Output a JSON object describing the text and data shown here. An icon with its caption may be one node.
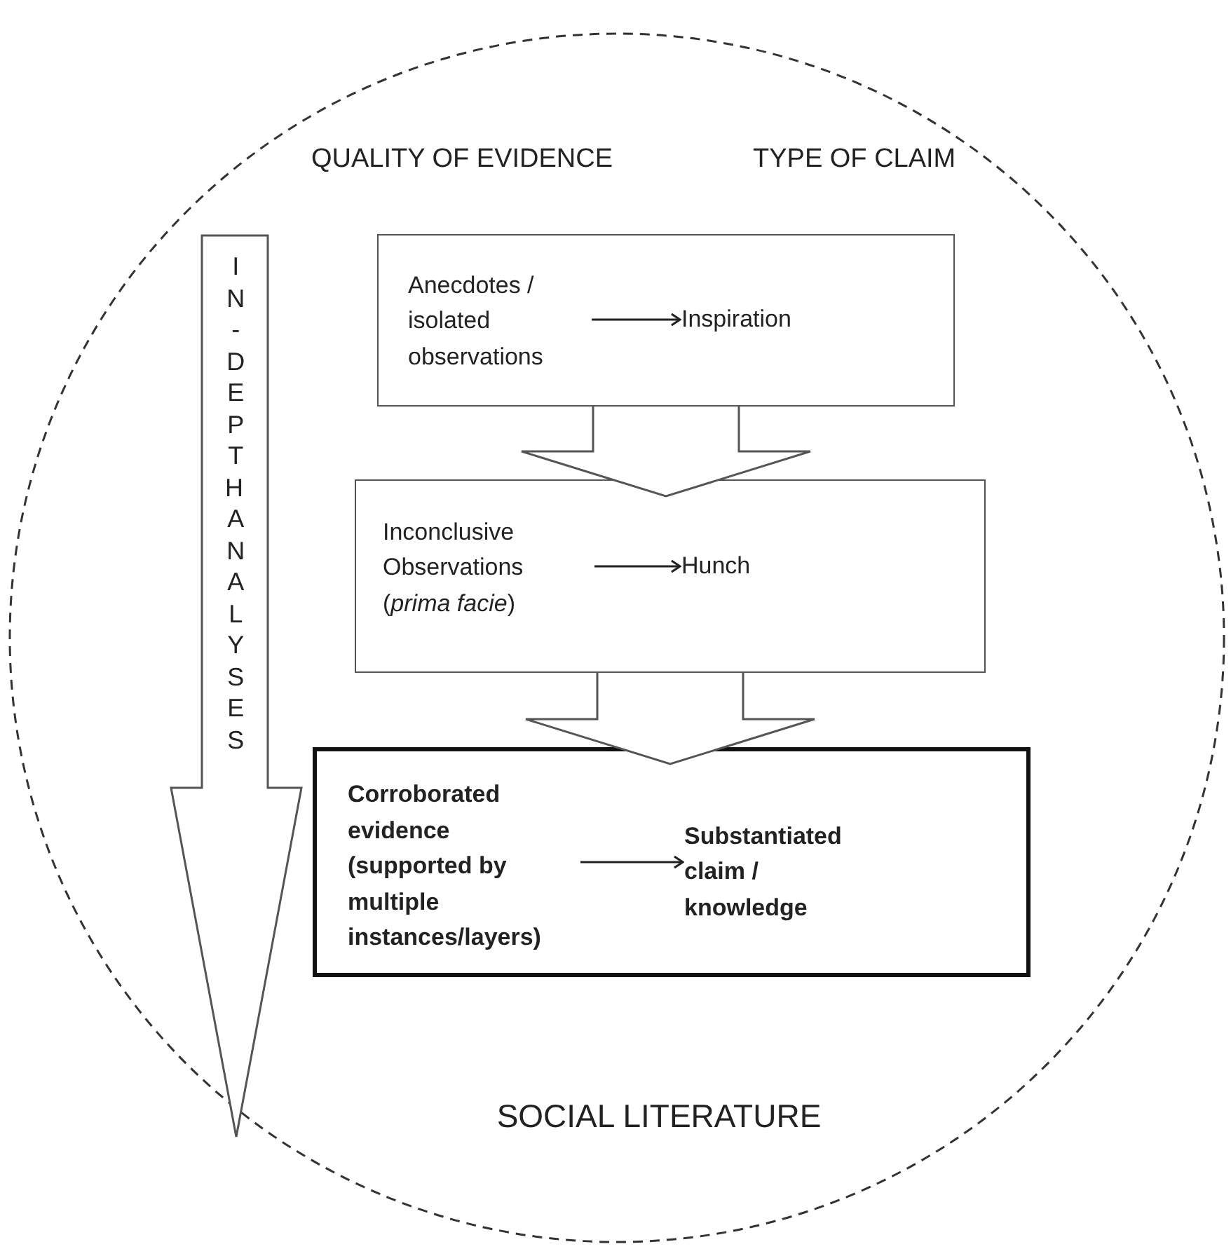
{
  "diagram": {
    "nodes": [
      {
        "text": [
          "SOCIAL LITERATURE"
        ]
      },
      {
        "text": [
          "IN-DEPTH ANALYSES"
        ],
        "in": 0
      },
      {
        "text": [],
        "shape": "box",
        "in": 0
      },
      {
        "text": [
          "Anecdotes / isolated observations"
        ],
        "in": 2
      },
      {
        "text": [
          "Inspiration"
        ],
        "in": 2
      },
      {
        "text": [],
        "shape": "box",
        "in": 0
      },
      {
        "text": [
          "Inconclusive Observations (*prima facie*)"
        ],
        "in": 5
      },
      {
        "text": [
          "Hunch"
        ],
        "in": 5
      },
      {
        "text": [],
        "shape": "box",
        "in": 0
      },
      {
        "text": [
          "Corroborated evidence (supported by multiple instances/layers)"
        ],
        "in": 8
      },
      {
        "text": [
          "Substantiated claim / knowledge"
        ],
        "in": 8
      }
    ],
    "edges": [
      {
        "from": 3,
        "to": 4,
        "arrow": "to"
      },
      {
        "from": 2,
        "to": 5,
        "arrow": "to",
        "style": "thick"
      },
      {
        "from": 6,
        "to": 7,
        "arrow": "to"
      },
      {
        "from": 5,
        "to": 8,
        "arrow": "to",
        "style": "thick"
      },
      {
        "from": 9,
        "to": 10,
        "arrow": "to"
      }
    ],
    "labels": [
      "QUALITY OF EVIDENCE",
      "TYPE OF CLAIM"
    ]
  }
}
